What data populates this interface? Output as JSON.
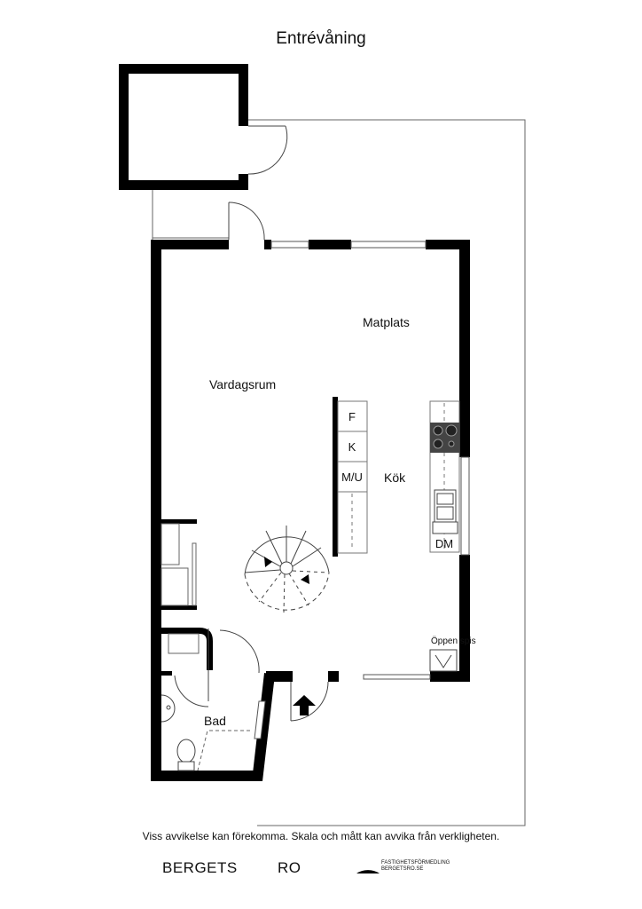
{
  "title": "Entrévåning",
  "rooms": {
    "matplats": "Matplats",
    "vardagsrum": "Vardagsrum",
    "kok": "Kök",
    "bad": "Bad",
    "oppen_spis": "Öppen spis"
  },
  "appliances": {
    "fridge": "F",
    "freezer": "K",
    "microwave_oven": "M/U",
    "dishwasher": "DM"
  },
  "footer": {
    "disclaimer": "Viss avvikelse kan förekomma. Skala och mått kan avvika från verkligheten.",
    "logo_left": "BERGETS",
    "logo_right": "RO",
    "logo_tagline_1": "FASTIGHETSFÖRMEDLING",
    "logo_tagline_2": "BERGETSRO.SE"
  },
  "colors": {
    "wall": "#000000",
    "line": "#555555",
    "stove": "#444444"
  }
}
